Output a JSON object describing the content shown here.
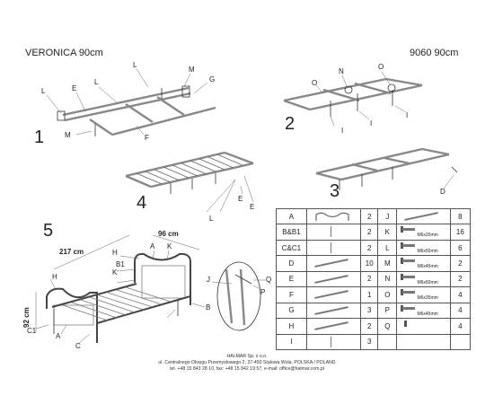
{
  "header": {
    "title_left": "VERONICA 90cm",
    "title_right": "9060 90cm"
  },
  "steps": [
    "1",
    "2",
    "3",
    "4",
    "5"
  ],
  "callouts": {
    "step1": [
      "L",
      "E",
      "L",
      "L",
      "M",
      "G",
      "M",
      "F"
    ],
    "step2": [
      "N",
      "O",
      "O",
      "I",
      "I",
      "I"
    ],
    "step3": [
      "D"
    ],
    "step4": [
      "E",
      "E",
      "L"
    ],
    "step5": [
      "H",
      "A",
      "B1",
      "K",
      "K",
      "B",
      "H",
      "C1",
      "A",
      "C",
      "J",
      "P",
      "Q"
    ]
  },
  "dimensions": {
    "length": "217 cm",
    "width": "96 cm",
    "height": "92 cm"
  },
  "parts_left": [
    {
      "code": "A",
      "qty": "2",
      "icon": "headboard-icon"
    },
    {
      "code": "B&B1",
      "qty": "2",
      "icon": "leg-icon"
    },
    {
      "code": "C&C1",
      "qty": "2",
      "icon": "leg-icon"
    },
    {
      "code": "D",
      "qty": "10",
      "icon": "rod-icon"
    },
    {
      "code": "E",
      "qty": "2",
      "icon": "rail-icon"
    },
    {
      "code": "F",
      "qty": "1",
      "icon": "rail-icon"
    },
    {
      "code": "G",
      "qty": "3",
      "icon": "rail-icon"
    },
    {
      "code": "H",
      "qty": "2",
      "icon": "rail-icon"
    },
    {
      "code": "I",
      "qty": "3",
      "icon": "foot-icon"
    }
  ],
  "parts_right": [
    {
      "code": "J",
      "qty": "8",
      "spec": "",
      "icon": "slat-icon"
    },
    {
      "code": "K",
      "qty": "16",
      "spec": "M6x20mm",
      "icon": "bolt-icon"
    },
    {
      "code": "L",
      "qty": "6",
      "spec": "M6x50mm",
      "icon": "bolt-icon"
    },
    {
      "code": "M",
      "qty": "2",
      "spec": "M6x45mm",
      "icon": "bolt-icon"
    },
    {
      "code": "N",
      "qty": "2",
      "spec": "M6x60mm",
      "icon": "bolt-icon"
    },
    {
      "code": "O",
      "qty": "4",
      "spec": "M6x35mm",
      "icon": "bolt-icon"
    },
    {
      "code": "P",
      "qty": "4",
      "spec": "M6x45mm",
      "icon": "bolt-icon"
    },
    {
      "code": "Q",
      "qty": "4",
      "spec": "",
      "icon": "washer-icon"
    }
  ],
  "footer": {
    "company": "HALMAR Sp. z o.o.",
    "address": "ul. Centralnego Okręgu Przemysłowego 2, 37-450 Stalowa Wola, POLSKA / POLAND",
    "contact": "tel. +48 15 843 28 10, fax: +48 15 842 19 57, e-mail: office@halmar.com.pl"
  }
}
